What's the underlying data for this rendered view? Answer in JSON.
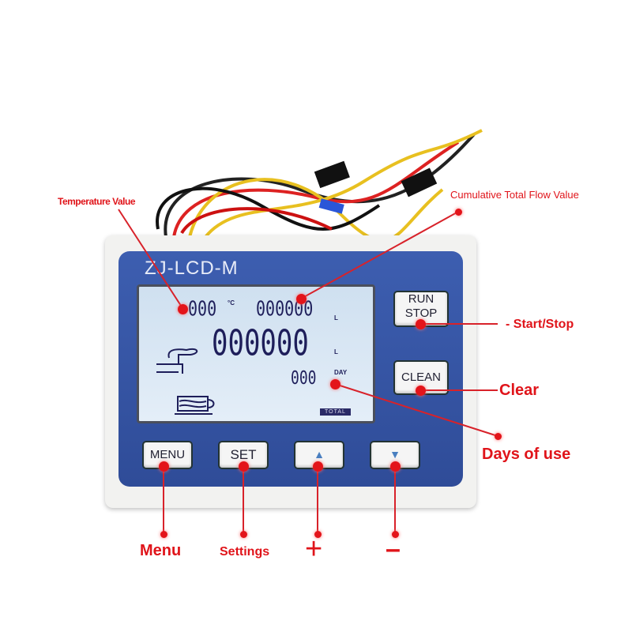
{
  "device": {
    "model": "ZJ-LCD-M",
    "lcd": {
      "temperature": "000",
      "temperature_unit": "°C",
      "cumulative": "000000",
      "cumulative_unit": "L",
      "main": "000000",
      "main_unit": "L",
      "days": "000",
      "days_unit": "DAY",
      "total_badge": "TOTAL"
    },
    "buttons": {
      "run": "RUN",
      "stop": "STOP",
      "clean": "CLEAN",
      "menu": "MENU",
      "set": "SET",
      "up": "▲",
      "down": "▼"
    }
  },
  "annotations": {
    "temperature": "Temperature Value",
    "cumulative": "Cumulative Total Flow Value",
    "start_stop": "- Start/Stop",
    "clear": "Clear",
    "days": "Days of use",
    "menu": "Menu",
    "settings": "Settings",
    "plus": "+",
    "minus": "–"
  },
  "colors": {
    "annotation": "#e0141a",
    "panel": "#3b5aa8",
    "lcd": "#d8e6f4"
  }
}
